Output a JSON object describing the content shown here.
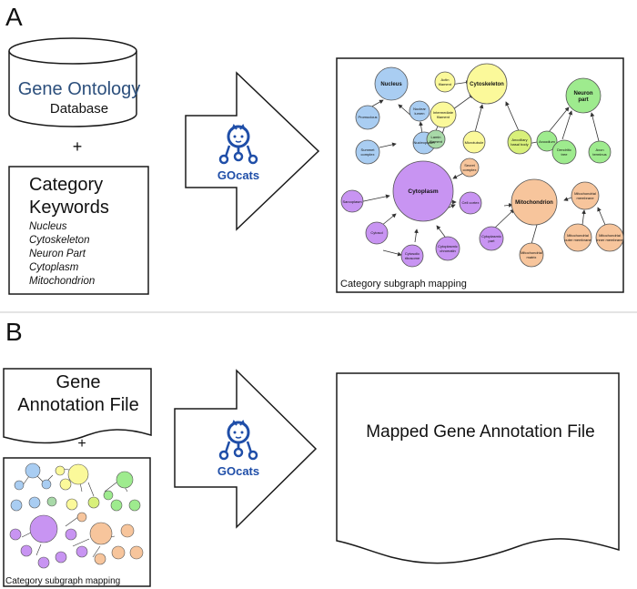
{
  "panel_a": {
    "label": "A",
    "database": {
      "title": "Gene Ontology",
      "subtitle": "Database"
    },
    "plus": "+",
    "category_box": {
      "title_line1": "Category",
      "title_line2": "Keywords",
      "keywords": [
        "Nucleus",
        "Cytoskeleton",
        "Neuron Part",
        "Cytoplasm",
        "Mitochondrion"
      ]
    },
    "arrow_logo": "GOcats",
    "subgraph": {
      "caption": "Category subgraph mapping",
      "nodes": {
        "nucleus": "Nucleus",
        "cytoskeleton": "Cytoskeleton",
        "neuron_part": [
          "Neuron",
          "part"
        ],
        "cytoplasm": "Cytoplasm",
        "mitochondrion": "Mitochondrion",
        "promuclous": "Promuclous",
        "nuclear_lumen": [
          "Nuclear",
          "lumen"
        ],
        "nucleoplasm": "Nucleoplasm",
        "spliceosome": [
          "Summet",
          "complex"
        ],
        "actin_filament": [
          "Actin",
          "filament"
        ],
        "intermediate_filament": [
          "Intermediate",
          "filament"
        ],
        "lamin_filament": [
          "Lamin",
          "filament"
        ],
        "microtubule": "Microtubule",
        "ciliary_basal_body": [
          "Ancolliary",
          "basal body"
        ],
        "axon": "Axoodium",
        "dendrite": [
          "Dendritic",
          "tree"
        ],
        "axon_terminus": [
          "Axon",
          "terminus"
        ],
        "secretory_complex": [
          "Secret",
          "complex"
        ],
        "cell_cortex": "Cell cortex",
        "sarcoplasm": "Sarcoplasm",
        "cytosol": "Cytosol",
        "cytosolic_ribosome": [
          "Cytosolic",
          "ribosome"
        ],
        "cytoplasmic_chromatin": [
          "Cytoplasmic",
          "chromatin"
        ],
        "cytoplasmic_part": [
          "Cytoplasmic",
          "part"
        ],
        "mito_membrane": [
          "Mitochondrial",
          "membrane"
        ],
        "mito_matrix": [
          "Mitochondrial",
          "matrix"
        ],
        "mito_outer": [
          "Mitochondrial",
          "outer membrane"
        ],
        "mito_inner": [
          "Mitochondrial",
          "inner membrane"
        ]
      }
    }
  },
  "panel_b": {
    "label": "B",
    "gene_file": {
      "line1": "Gene",
      "line2": "Annotation File"
    },
    "plus": "+",
    "mini_caption": "Category subgraph mapping",
    "arrow_logo": "GOcats",
    "output_file": "Mapped Gene Annotation File"
  },
  "colors": {
    "blue": "#a9cdf2",
    "yellow": "#fbf99a",
    "green": "#9eeb8e",
    "purple": "#c894f2",
    "orange": "#f7c59c",
    "gocats_blue": "#1f4ea8",
    "db_text": "#2c4f7c"
  }
}
